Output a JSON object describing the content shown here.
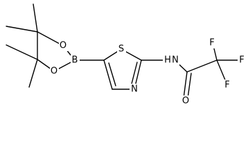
{
  "structure": {
    "atom_labels": {
      "boron": "B",
      "dioxaborolane_oxygen_upper": "O",
      "dioxaborolane_oxygen_lower": "O",
      "thiazole_sulfur": "S",
      "thiazole_nitrogen": "N",
      "amide_nitrogen_h": "H",
      "amide_nitrogen_n": "N",
      "carbonyl_oxygen": "O",
      "fluorine_1": "F",
      "fluorine_2": "F",
      "fluorine_3": "F"
    },
    "colors": {
      "ink": "#000000",
      "background": "#ffffff"
    }
  }
}
